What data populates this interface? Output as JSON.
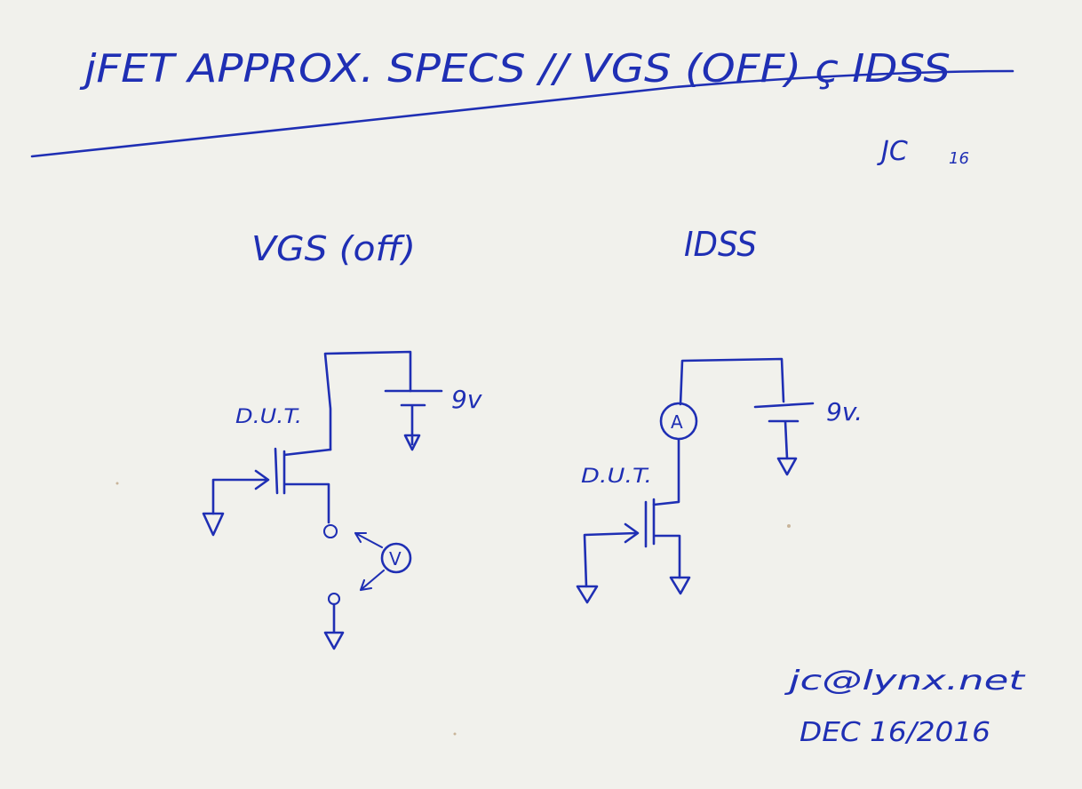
{
  "header": {
    "title": "jFET APPROX. SPECS // VGS (OFF) ç IDSS",
    "signature_initials": "JC",
    "signature_number": "16"
  },
  "circuits": {
    "vgs_off": {
      "heading": "VGS (off)",
      "dut_label": "D.U.T.",
      "battery_label": "9v",
      "meter_symbol": "V"
    },
    "idss": {
      "heading": "IDSS",
      "dut_label": "D.U.T.",
      "battery_label": "9v.",
      "meter_symbol": "A"
    }
  },
  "footer": {
    "email": "jc@lynx.net",
    "date": "DEC 16/2016"
  },
  "colors": {
    "ink": "#1f2fb4",
    "paper": "#f1f1ec"
  }
}
